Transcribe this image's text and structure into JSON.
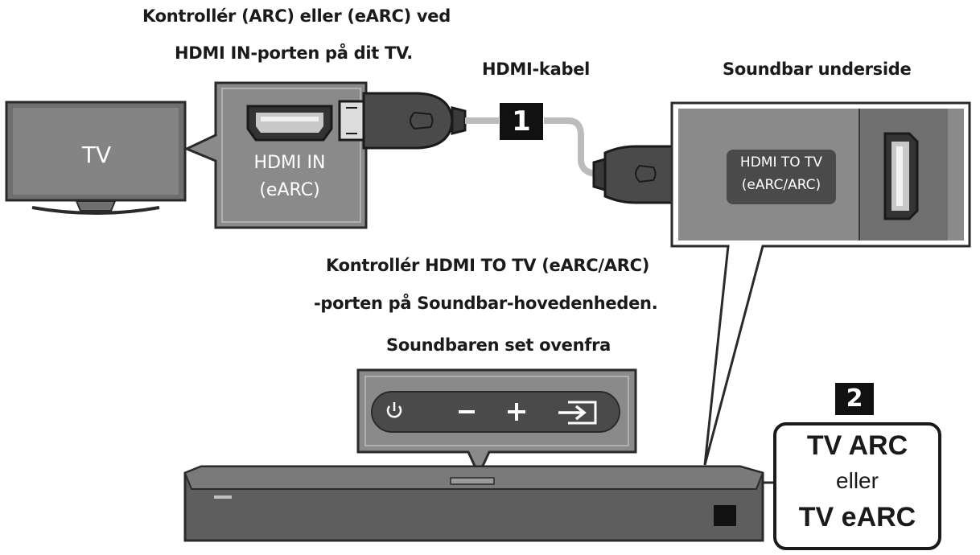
{
  "labels": {
    "tv_port_instruction_line1": "Kontrollér (ARC) eller (eARC) ved",
    "tv_port_instruction_line2": "HDMI IN-porten på dit TV.",
    "cable": "HDMI-kabel",
    "soundbar_bottom": "Soundbar underside",
    "soundbar_port_instruction_line1": "Kontrollér HDMI TO TV (eARC/ARC)",
    "soundbar_port_instruction_line2": "-porten på Soundbar-hovedenheden.",
    "soundbar_top": "Soundbaren set ovenfra"
  },
  "tv": {
    "screen_text": "TV"
  },
  "tv_port": {
    "line1": "HDMI IN",
    "line2": "(eARC)"
  },
  "soundbar_port": {
    "line1": "HDMI TO TV",
    "line2": "(eARC/ARC)"
  },
  "steps": {
    "step1": "1",
    "step2": "2"
  },
  "result": {
    "line1": "TV ARC",
    "line2": "eller",
    "line3": "TV eARC"
  },
  "icons": [
    "power-icon",
    "volume-down-icon",
    "volume-up-icon",
    "source-icon",
    "hdmi-port-icon",
    "hdmi-plug-icon"
  ],
  "colors": {
    "panel_gray": "#8a8a8a",
    "dark_gray": "#4a4a4a",
    "cable_gray": "#bcbcbc",
    "outline": "#222222"
  }
}
